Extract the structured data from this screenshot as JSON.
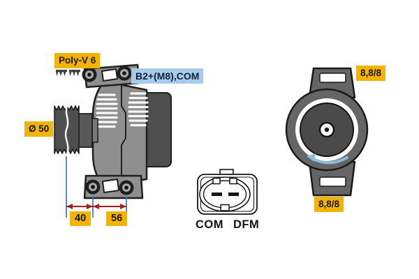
{
  "side_view": {
    "belt_label": "Poly-V 6",
    "terminal_label": "B2+(M8),COM",
    "pulley_diameter_label": "Ø 50",
    "dimensions": {
      "pulley_to_mount": "40",
      "mount_spacing": "56"
    }
  },
  "connector": {
    "pins": [
      "COM",
      "DFM"
    ]
  },
  "rear_view": {
    "fastener_top": "8,8/8",
    "fastener_bottom": "8,8/8"
  },
  "colors": {
    "label_yellow": "#F5B301",
    "label_blue": "#A9CBEA",
    "body_gray": "#8F8F8F",
    "dark_gray": "#4E4E4E",
    "outline": "#1F1F1F",
    "dimension_line_blue": "#4A7FB5",
    "dimension_arrow_red": "#A81E1E",
    "rotation_arrow_blue": "#8CBCE0"
  }
}
